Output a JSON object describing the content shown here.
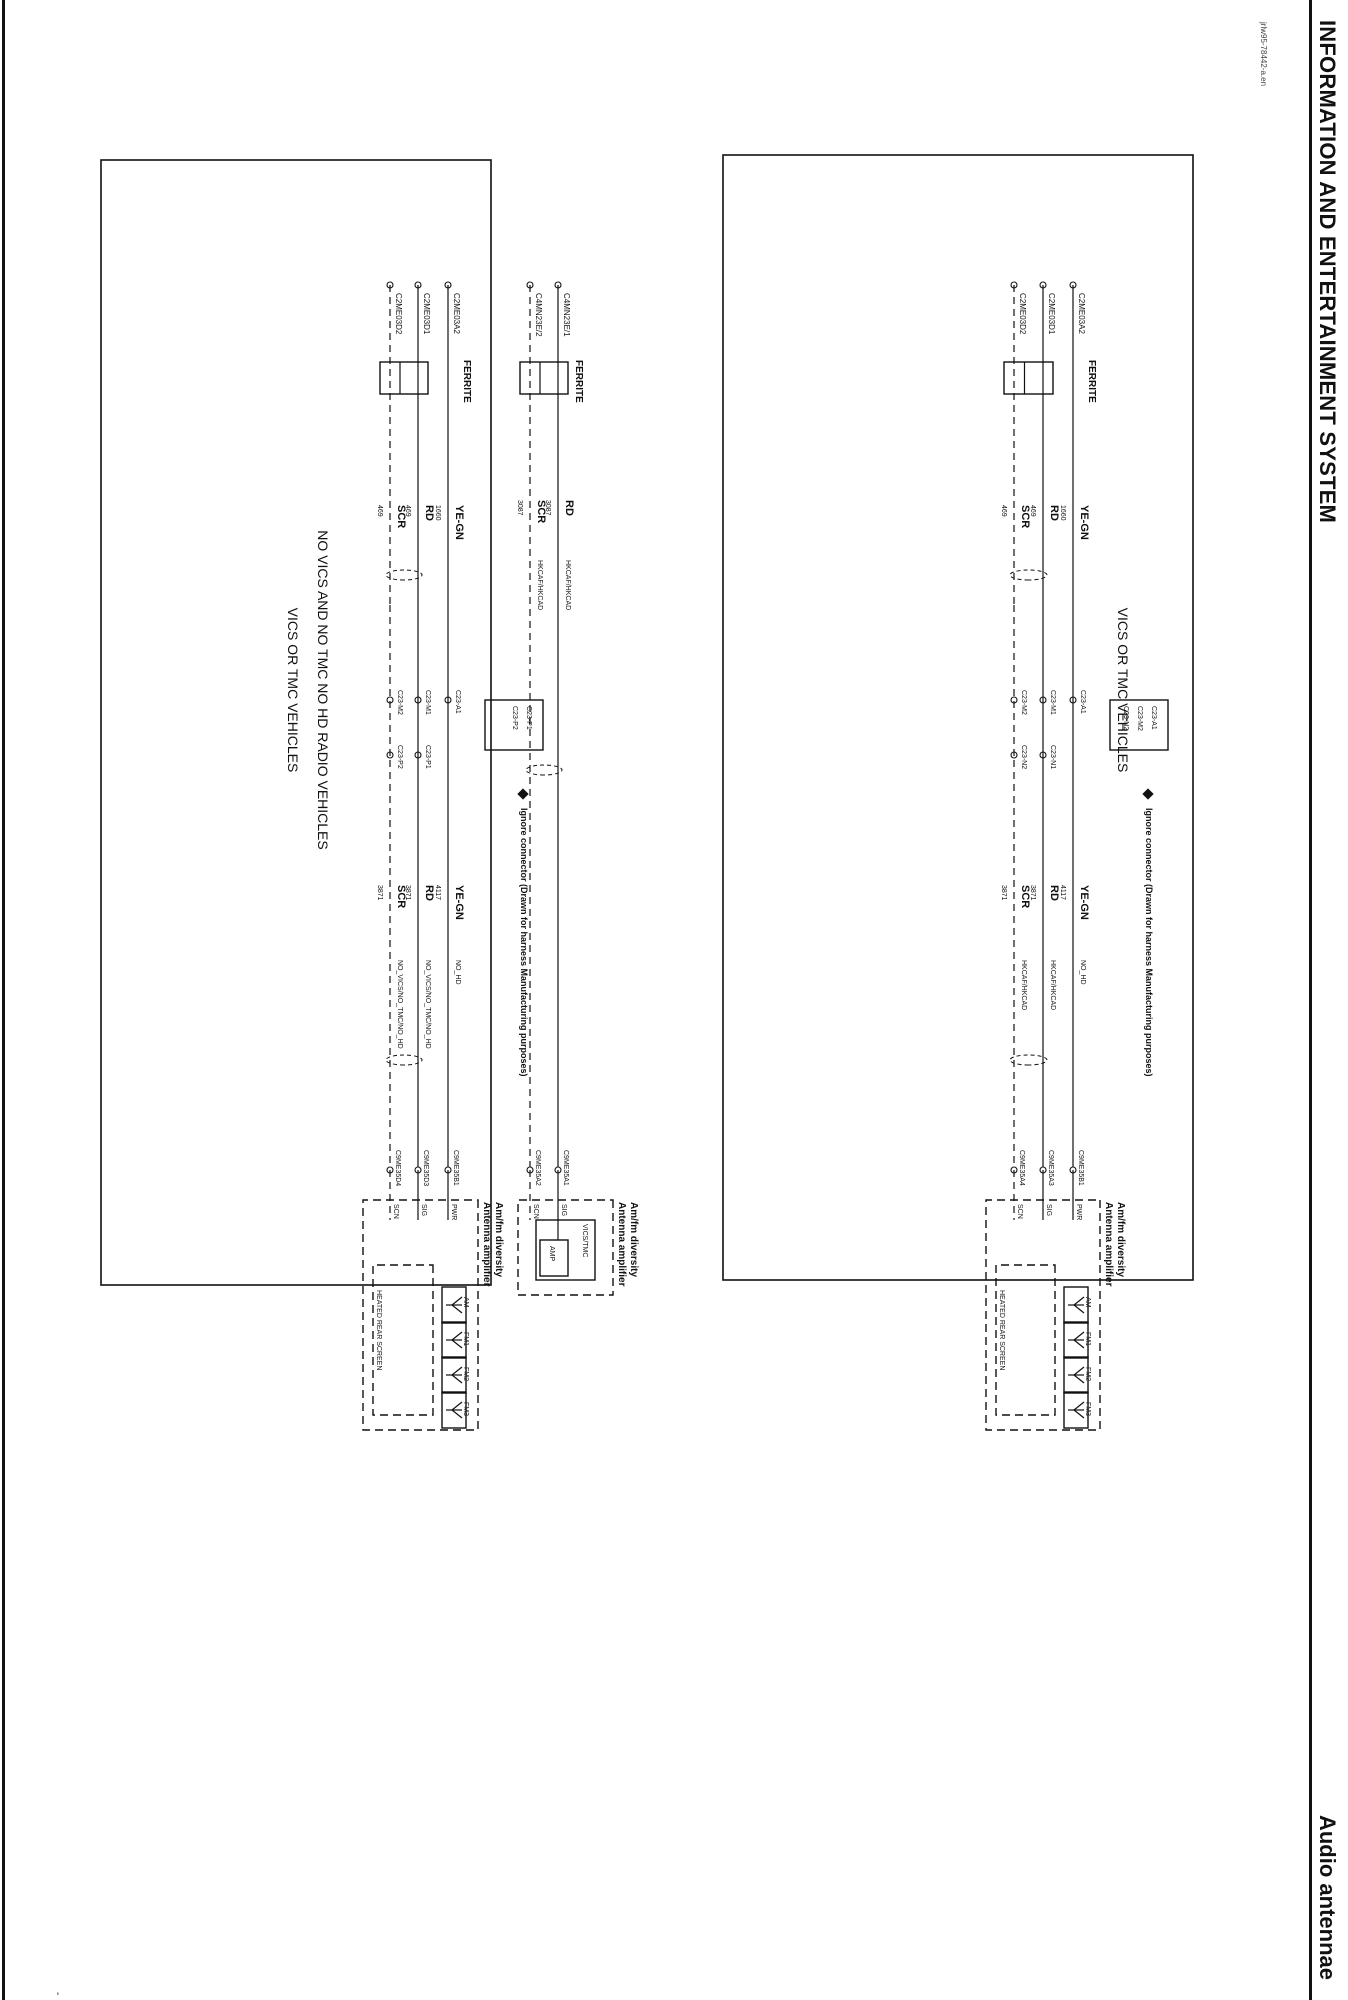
{
  "header": {
    "title": "INFORMATION AND ENTERTAINMENT SYSTEM",
    "subtitle": "Audio antennae",
    "doc_ref": "jrlw95-78442-a.en",
    "page_mark": "-"
  },
  "diagrams": [
    {
      "caption": "VICS OR TMC VEHICLES",
      "connectors": [
        "C2ME03A2",
        "C2ME03D1",
        "C2ME03D2"
      ],
      "ferrite_label": "FERRITE",
      "wires_left": [
        {
          "color": "YE-GN",
          "circuit": "1660"
        },
        {
          "color": "RD",
          "circuit": "469"
        },
        {
          "color": "SCR",
          "circuit": "469"
        }
      ],
      "inline_connectors": [
        "C23-A1",
        "C23-M1",
        "C23-M2"
      ],
      "inline_connectors_right": [
        "C23-N1",
        "C23-N2"
      ],
      "legend_connectors": [
        "C23-A1",
        "C23-M2",
        "C23-N2"
      ],
      "legend_note": "Ignore connector (Drawn for harness Manufacturing purposes)",
      "wires_right": [
        {
          "color": "YE-GN",
          "circuit": "4117",
          "option": "NO_HD"
        },
        {
          "color": "RD",
          "circuit": "3871",
          "option": "HKCAF/HKCAD"
        },
        {
          "color": "SCR",
          "circuit": "3871",
          "option": "HKCAF/HKCAD"
        }
      ],
      "end_connectors": [
        "C9ME35B1",
        "C9ME35A3",
        "C9ME35A4"
      ],
      "module_name": "Am/fm diversity Antenna amplifier",
      "pins": [
        "PWR",
        "SIG",
        "SCN"
      ],
      "antennas": [
        "AM",
        "FM1",
        "FM2",
        "FM3"
      ],
      "element_label": "HEATED REAR SCREEN"
    },
    {
      "connectors": [
        "C4MN23E/1",
        "C4MN23E/2"
      ],
      "ferrite_label": "FERRITE",
      "wires": [
        {
          "color": "RD",
          "circuit": "3087",
          "option": "HKCAF/HKCAD"
        },
        {
          "color": "SCR",
          "circuit": "3087",
          "option": "HKCAF/HKCAD"
        }
      ],
      "end_connectors": [
        "C9ME35A1",
        "C9ME35A2"
      ],
      "module_name": "Am/fm diversity Antenna amplifier",
      "pins": [
        "SIG",
        "SCN"
      ],
      "box_label": "VICS/TMC",
      "amp_label": "AMP"
    },
    {
      "caption": "NO VICS AND NO TMC NO HD RADIO VEHICLES",
      "connectors": [
        "C2ME03A2",
        "C2ME03D1",
        "C2ME03D2"
      ],
      "ferrite_label": "FERRITE",
      "wires_left": [
        {
          "color": "YE-GN",
          "circuit": "1660"
        },
        {
          "color": "RD",
          "circuit": "469"
        },
        {
          "color": "SCR",
          "circuit": "469"
        }
      ],
      "inline_connectors": [
        "C23-A1",
        "C23-M1",
        "C23-M2"
      ],
      "inline_connectors_right": [
        "C23-P1",
        "C23-P2"
      ],
      "legend_connectors": [
        "C23-P1",
        "C23-P2"
      ],
      "legend_note": "Ignore connector (Drawn for harness Manufacturing purposes)",
      "wires_right": [
        {
          "color": "YE-GN",
          "circuit": "4117",
          "option": "NO_HD"
        },
        {
          "color": "RD",
          "circuit": "3871",
          "option": "NO_VICS/NO_TMC/NO_HD"
        },
        {
          "color": "SCR",
          "circuit": "3871",
          "option": "NO_VICS/NO_TMC/NO_HD"
        }
      ],
      "end_connectors": [
        "C9ME35B1",
        "C9ME35D3",
        "C9ME35D4"
      ],
      "module_name": "Am/fm diversity Antenna amplifier",
      "pins": [
        "PWR",
        "SIG",
        "SCN"
      ],
      "antennas": [
        "AM",
        "FM1",
        "FM2",
        "FM3"
      ],
      "element_label": "HEATED REAR SCREEN"
    }
  ]
}
